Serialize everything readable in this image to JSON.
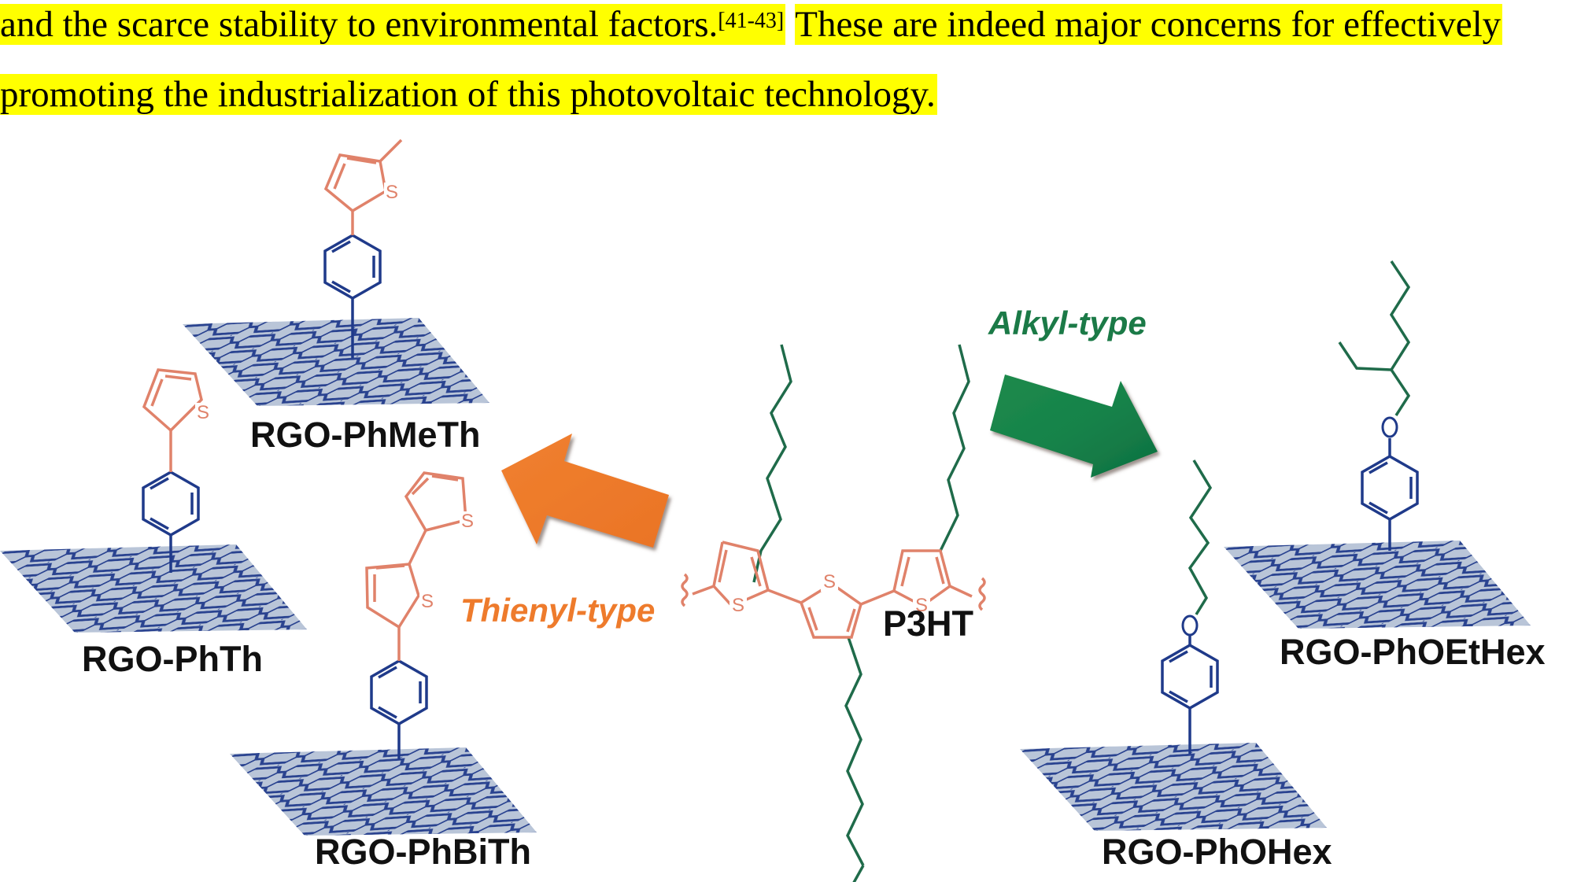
{
  "text": {
    "line1_part1": "and the scarce stability to environmental factors.",
    "line1_citation": "[41-43]",
    "line1_part2": "These are indeed major concerns for effectively",
    "line2": "promoting the industrialization of this photovoltaic technology."
  },
  "figure": {
    "labels": {
      "phmeth": "RGO-PhMeTh",
      "phth": "RGO-PhTh",
      "phbith": "RGO-PhBiTh",
      "p3ht": "P3HT",
      "phohex": "RGO-PhOHex",
      "phoethex": "RGO-PhOEtHex"
    },
    "arrows": {
      "thienyl": {
        "label": "Thienyl-type",
        "color": "#EE7B2C"
      },
      "alkyl": {
        "label": "Alkyl-type",
        "color": "#1B7A47"
      }
    },
    "atom_labels": {
      "sulfur": "S",
      "oxygen": "O"
    },
    "colors": {
      "highlight": "#FFFF00",
      "thiophene": "#E0826A",
      "phenyl": "#1F3A8A",
      "alkyl_chain": "#1F6B4A",
      "sheet_fill": "#B8C4D6",
      "sheet_grid": "#223C8C"
    }
  }
}
